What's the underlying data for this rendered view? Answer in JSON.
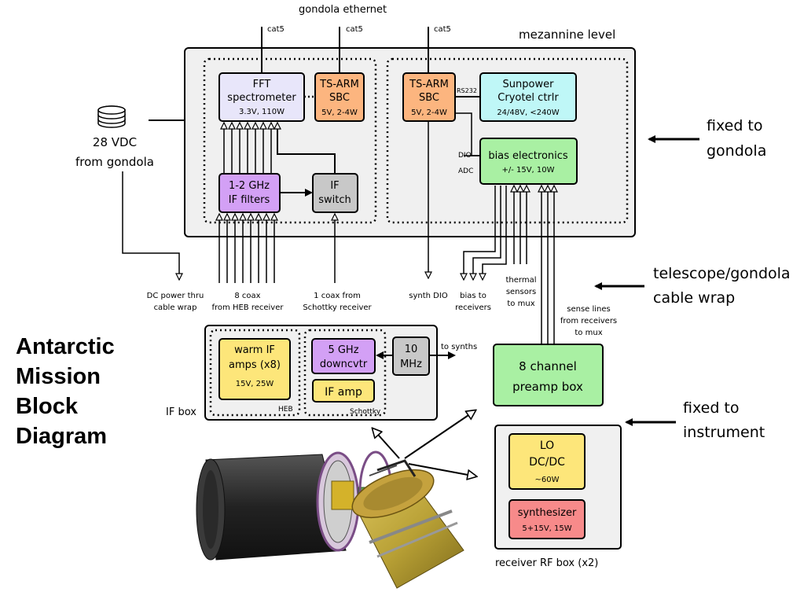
{
  "title": [
    "Antarctic",
    "Mission",
    "Block",
    "Diagram"
  ],
  "top_labels": {
    "gondola_ethernet": "gondola ethernet",
    "cat5": "cat5",
    "mezzanine": "mezannine level"
  },
  "power_source": {
    "line1": "28 VDC",
    "line2": "from gondola"
  },
  "blocks": {
    "fft": {
      "line1": "FFT",
      "line2": "spectrometer",
      "line3": "3.3V, 110W"
    },
    "tsarm1": {
      "line1": "TS-ARM",
      "line2": "SBC",
      "line3": "5V, 2-4W"
    },
    "tsarm2": {
      "line1": "TS-ARM",
      "line2": "SBC",
      "line3": "5V, 2-4W"
    },
    "sunpower": {
      "line1": "Sunpower",
      "line2": "Cryotel ctrlr",
      "line3": "24/48V, <240W"
    },
    "bias": {
      "line1": "bias electronics",
      "line2": "+/- 15V, 10W"
    },
    "if_filters": {
      "line1": "1-2 GHz",
      "line2": "IF filters"
    },
    "if_switch": {
      "line1": "IF",
      "line2": "switch"
    },
    "warm_if": {
      "line1": "warm IF",
      "line2": "amps (x8)",
      "line3": "15V, 25W"
    },
    "downcvtr": {
      "line1": "5 GHz",
      "line2": "downcvtr"
    },
    "if_amp": {
      "line1": "IF amp"
    },
    "ten_mhz": {
      "line1": "10",
      "line2": "MHz"
    },
    "preamp": {
      "line1": "8 channel",
      "line2": "preamp box"
    },
    "lo": {
      "line1": "LO",
      "line2": "DC/DC",
      "line3": "~60W"
    },
    "synth": {
      "line1": "synthesizer",
      "line2": "5+15V,  15W"
    }
  },
  "small_labels": {
    "rs232": "RS232",
    "dio": "DIO",
    "adc": "ADC",
    "heb": "HEB",
    "schottky": "Schottky",
    "if_box": "IF box",
    "to_synths": "to synths",
    "receiver_rf_box": "receiver RF box (x2)"
  },
  "cable_labels": {
    "dc_power": [
      "DC power thru",
      "cable wrap"
    ],
    "coax8": [
      "8 coax",
      "from HEB receiver"
    ],
    "coax1": [
      "1 coax from",
      "Schottky receiver"
    ],
    "synth_dio": [
      "synth DIO"
    ],
    "bias_receivers": [
      "bias to",
      "receivers"
    ],
    "thermal": [
      "thermal",
      "sensors",
      "to mux"
    ],
    "sense": [
      "sense lines",
      "from receivers",
      "to mux"
    ]
  },
  "side_labels": {
    "fixed_gondola": [
      "fixed to",
      "gondola"
    ],
    "cable_wrap": [
      "telescope/gondola",
      "cable wrap"
    ],
    "fixed_instrument": [
      "fixed to",
      "instrument"
    ]
  },
  "colors": {
    "fft": "#e8e6fa",
    "tsarm": "#fcb57f",
    "sunpower": "#bff7f7",
    "green": "#a9f0a3",
    "purple": "#d3a0f5",
    "gray": "#c8c8c8",
    "yellow": "#fde67a",
    "red": "#f78a8a",
    "panel": "#f0f0f0"
  }
}
